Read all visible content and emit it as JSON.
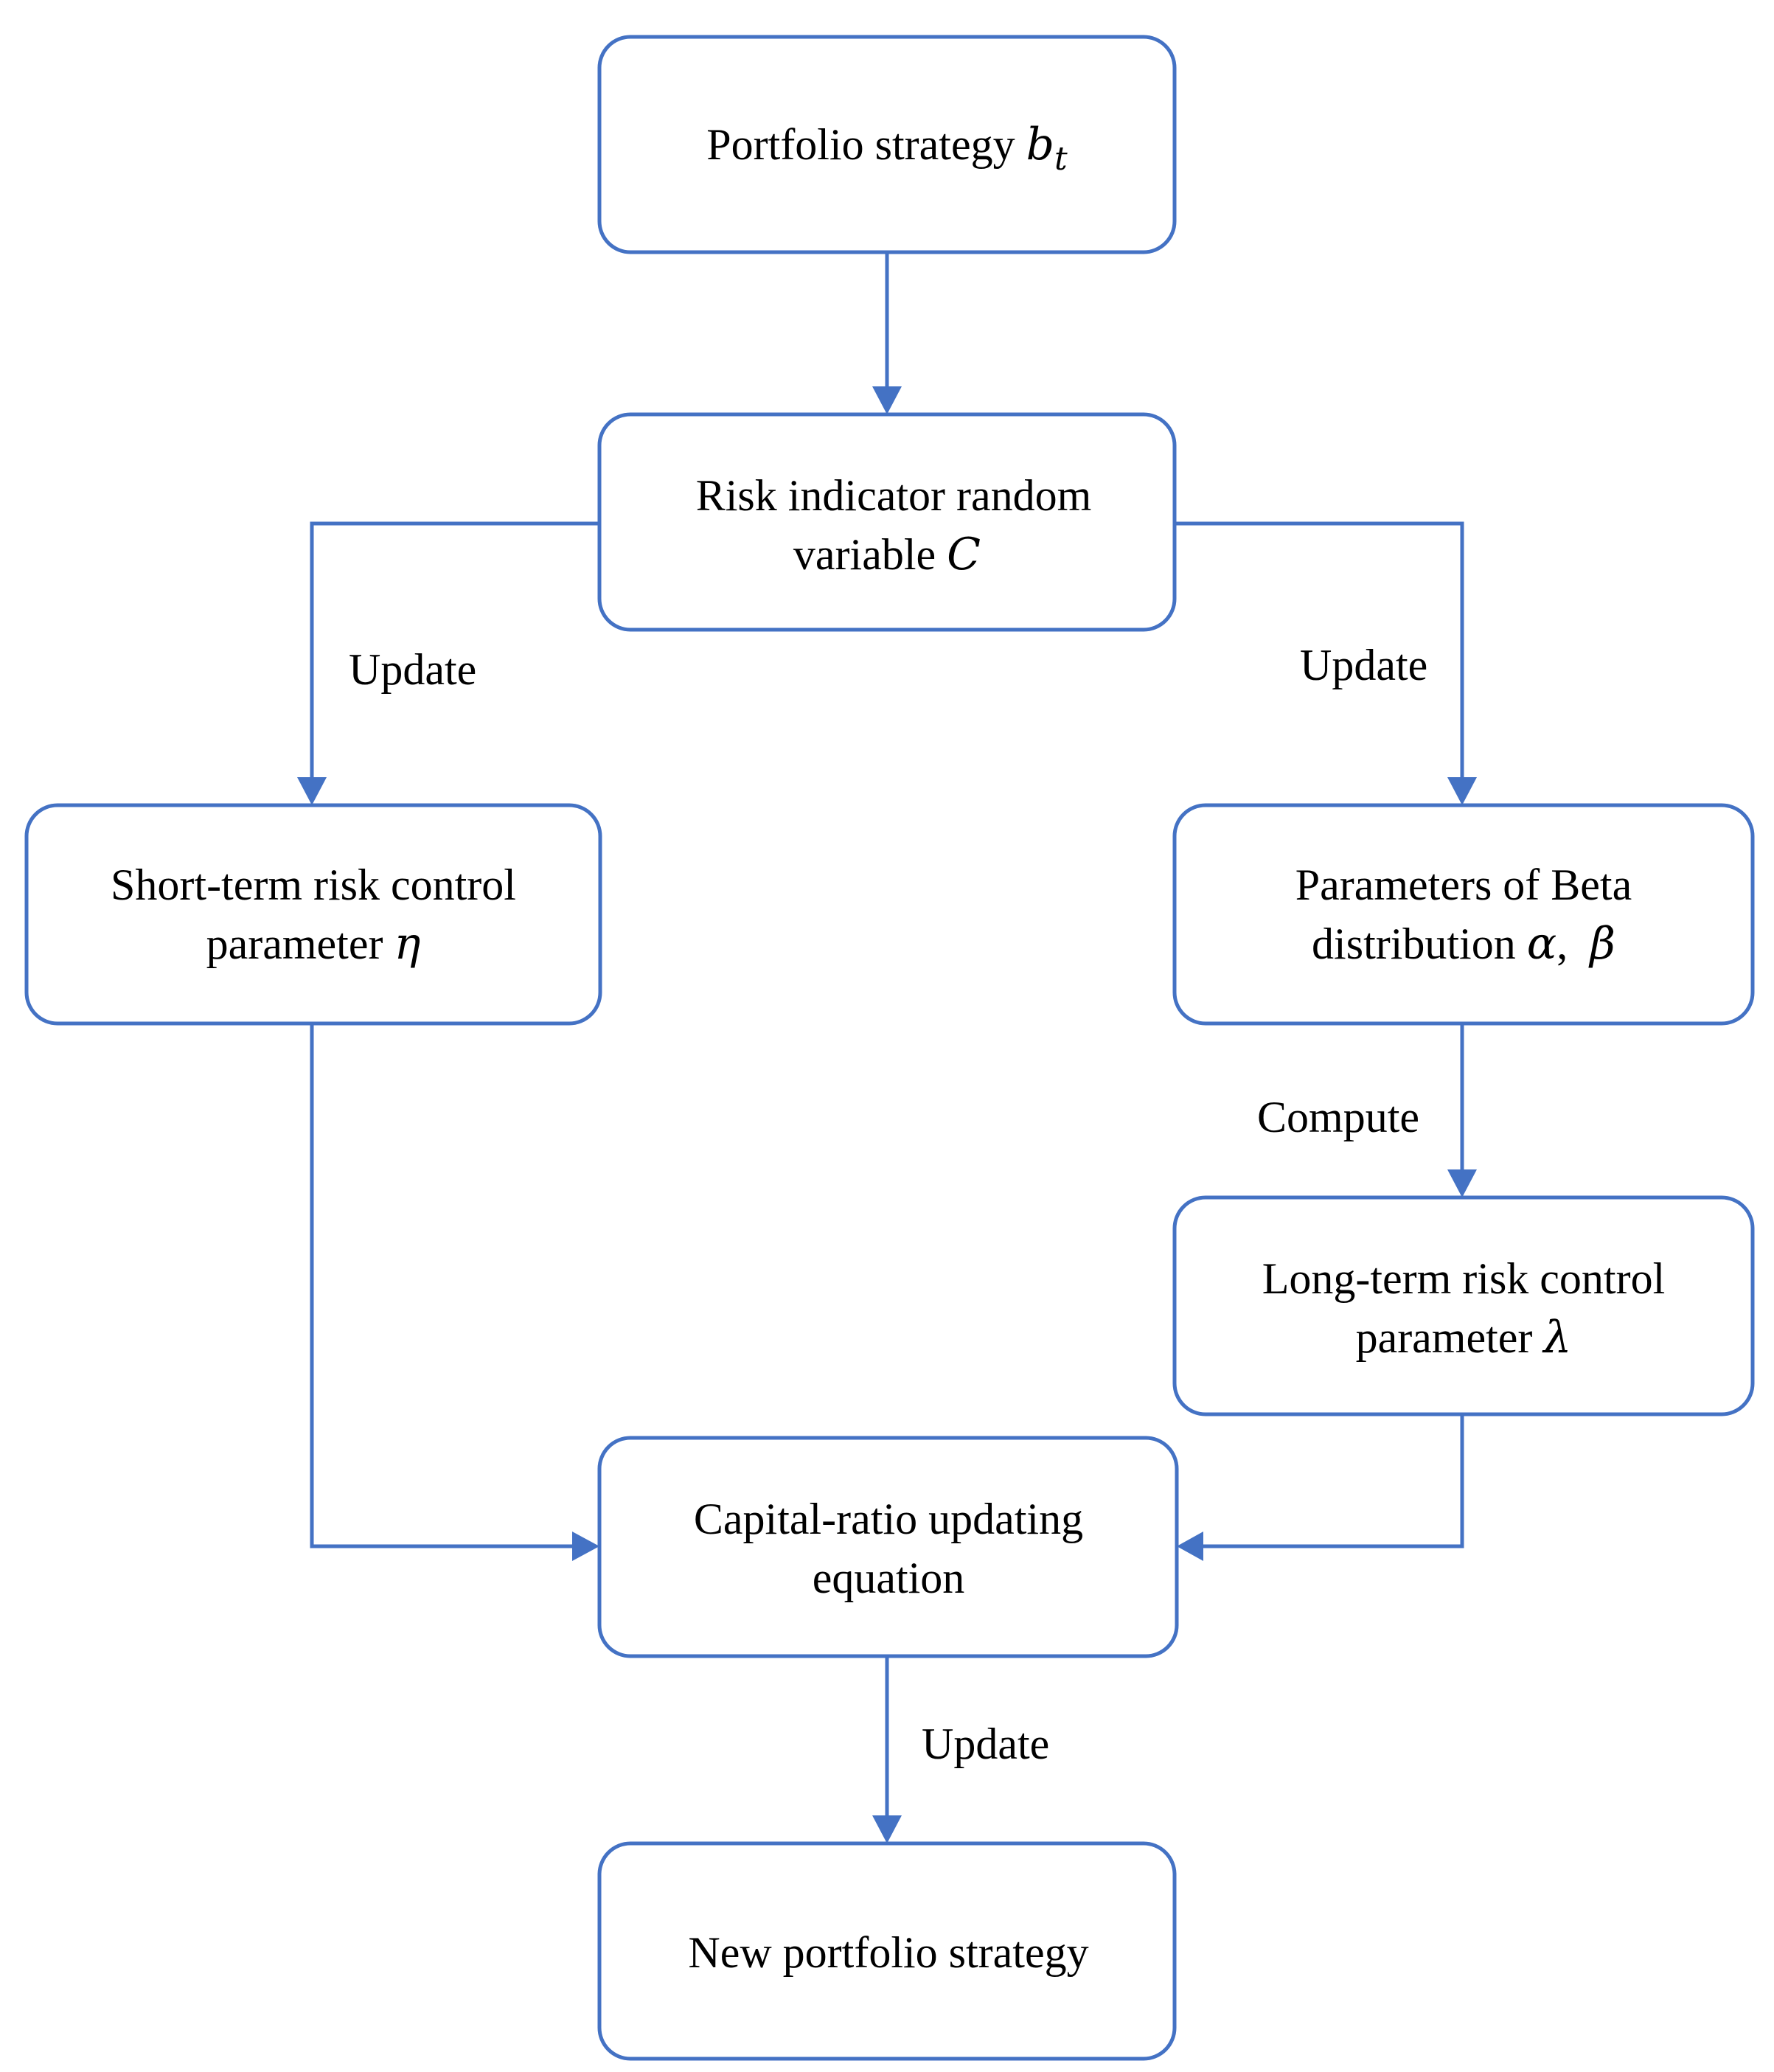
{
  "colors": {
    "stroke": "#4472C4",
    "text": "#000000",
    "background": "#ffffff"
  },
  "nodes": {
    "portfolio_strategy": {
      "label": "Portfolio strategy ",
      "symbol": "b",
      "subscript": "t"
    },
    "risk_indicator": {
      "line1": "Risk indicator random",
      "line2": "variable ",
      "symbol": "C"
    },
    "short_term": {
      "line1": "Short-term  risk control",
      "line2": "parameter ",
      "symbol": "η"
    },
    "beta_params": {
      "line1": "Parameters of Beta",
      "line2": "distribution ",
      "symbol_alpha": "α",
      "separator": ",  ",
      "symbol_beta": "β"
    },
    "long_term": {
      "line1": "Long-term  risk control",
      "line2": "parameter ",
      "symbol": "λ"
    },
    "capital_ratio": {
      "line1": "Capital-ratio updating",
      "line2": "equation"
    },
    "new_portfolio": {
      "label": "New portfolio strategy"
    }
  },
  "edge_labels": {
    "update_left": "Update",
    "update_right": "Update",
    "compute": "Compute",
    "update_bottom": "Update"
  }
}
